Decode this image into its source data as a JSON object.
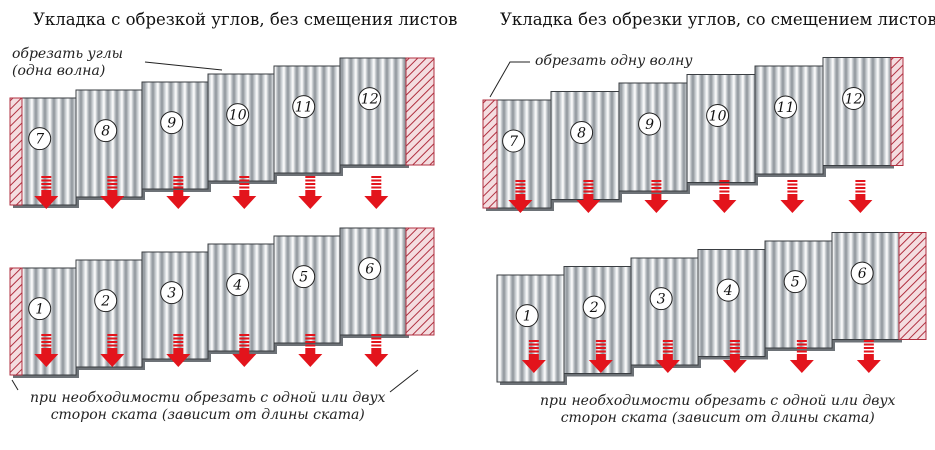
{
  "left": {
    "title": "Укладка с обрезкой углов, без смещения листов",
    "note_top_line1": "обрезать углы",
    "note_top_line2": "(одна волна)",
    "note_bottom_line1": "при необходимости обрезать с одной или двух",
    "note_bottom_line2": "сторон ската (зависит от длины ската)",
    "top_row": [
      "7",
      "8",
      "9",
      "10",
      "11",
      "12"
    ],
    "bottom_row": [
      "1",
      "2",
      "3",
      "4",
      "5",
      "6"
    ]
  },
  "right": {
    "title": "Укладка без обрезки углов, со смещением листов",
    "note_top": "обрезать одну волну",
    "note_bottom_line1": "при необходимости обрезать с одной или двух",
    "note_bottom_line2": "сторон ската (зависит от длины ската)",
    "top_row": [
      "7",
      "8",
      "9",
      "10",
      "11",
      "12"
    ],
    "bottom_row": [
      "1",
      "2",
      "3",
      "4",
      "5",
      "6"
    ]
  },
  "colors": {
    "arrow": "#e3141c",
    "hatch": "#b03040",
    "sheet": "#c8ccd0"
  }
}
